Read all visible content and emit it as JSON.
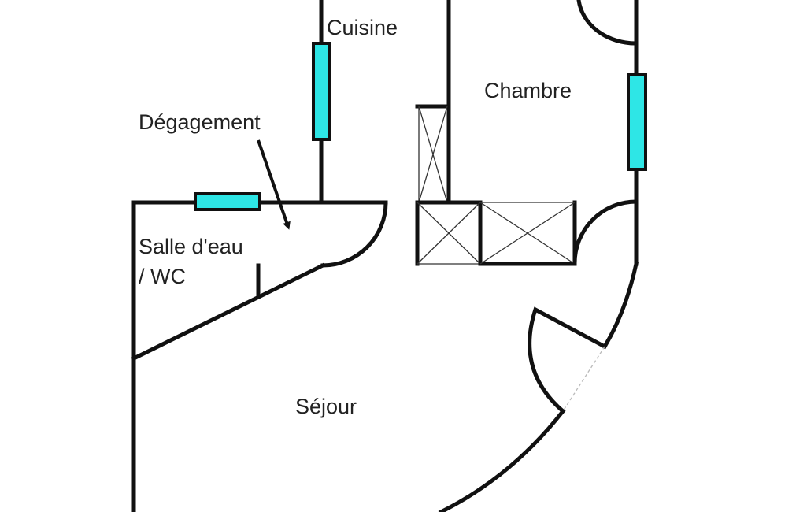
{
  "rooms": {
    "cuisine": "Cuisine",
    "chambre": "Chambre",
    "degagement": "Dégagement",
    "salle_eau_line1": "Salle d'eau",
    "salle_eau_line2": "/ WC",
    "sejour": "Séjour"
  },
  "colors": {
    "window": "#2ee6e6",
    "wall": "#111111"
  }
}
